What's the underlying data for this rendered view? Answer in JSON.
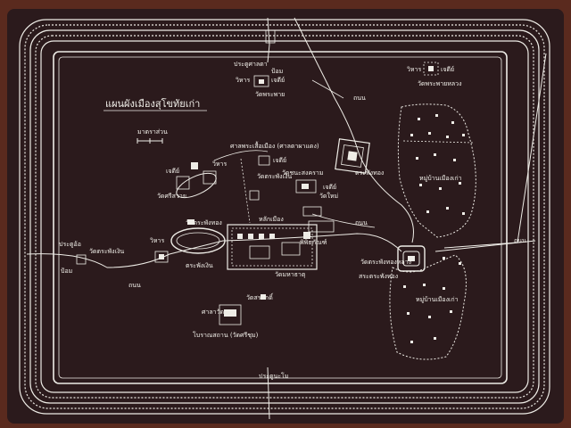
{
  "map": {
    "title": "แผนผังเมืองสุโขทัยเก่า",
    "scale_label": "มาตราส่วน",
    "colors": {
      "board": "#2b1a1c",
      "chalk": "#eeece6",
      "wall": "#5a2a1e"
    },
    "labels": {
      "north_gate": "ประตูศาลตา",
      "fort_north": "ป้อม",
      "vihara_n": "วิหาร",
      "chedi_n": "เจดีย์",
      "wat_n": "วัดพระพาย",
      "vihara_ne": "วิหาร",
      "chedi_ne": "เจดีย์",
      "wat_ne": "วัดพระพายหลวง",
      "road_n": "ถนน",
      "shrine": "ศาลพระเสื้อเมือง (ศาลตาผาแดง)",
      "chedi_w": "เจดีย์",
      "vihara_w": "วิหาร",
      "chedi_w2": "เจดีย์",
      "wat_w": "วัดศรีสวาย",
      "wat_center": "วัดตระพังเงิน",
      "lak_mueang": "หลักเมือง",
      "wat_mahathat_w": "พิพิธภัณฑ์",
      "wat_tower": "วัดตระพังทอง",
      "wat_mid": "วัดชนะสงคราม",
      "chedi_mid": "เจดีย์",
      "wat_new": "วัดใหม่",
      "road_mid": "ถนน",
      "kalong_pond": "ตระพังทอง",
      "west_gate": "ประตูอ้อ",
      "fort_w": "ป้อม",
      "wat_west_gate": "วัดตระพังเงิน",
      "vihara_wg": "วิหาร",
      "pond_west": "ตระพังเงิน",
      "road_w": "ถนน",
      "wat_mahathat": "วัดมหาธาตุ",
      "hall": "ศาลาวัด",
      "wat_sorasak": "วัดสรศักดิ์",
      "kiln": "โบราณสถาน (วัดศรีชุม)",
      "east_wat": "วัดตระพังทองหลาง",
      "east_pond": "สระตระพังทอง",
      "village_ne": "หมู่บ้านเมืองเก่า",
      "village_se": "หมู่บ้านเมืองเก่า",
      "south_gate": "ประตูนะโม",
      "road_s": "ถนน"
    }
  }
}
